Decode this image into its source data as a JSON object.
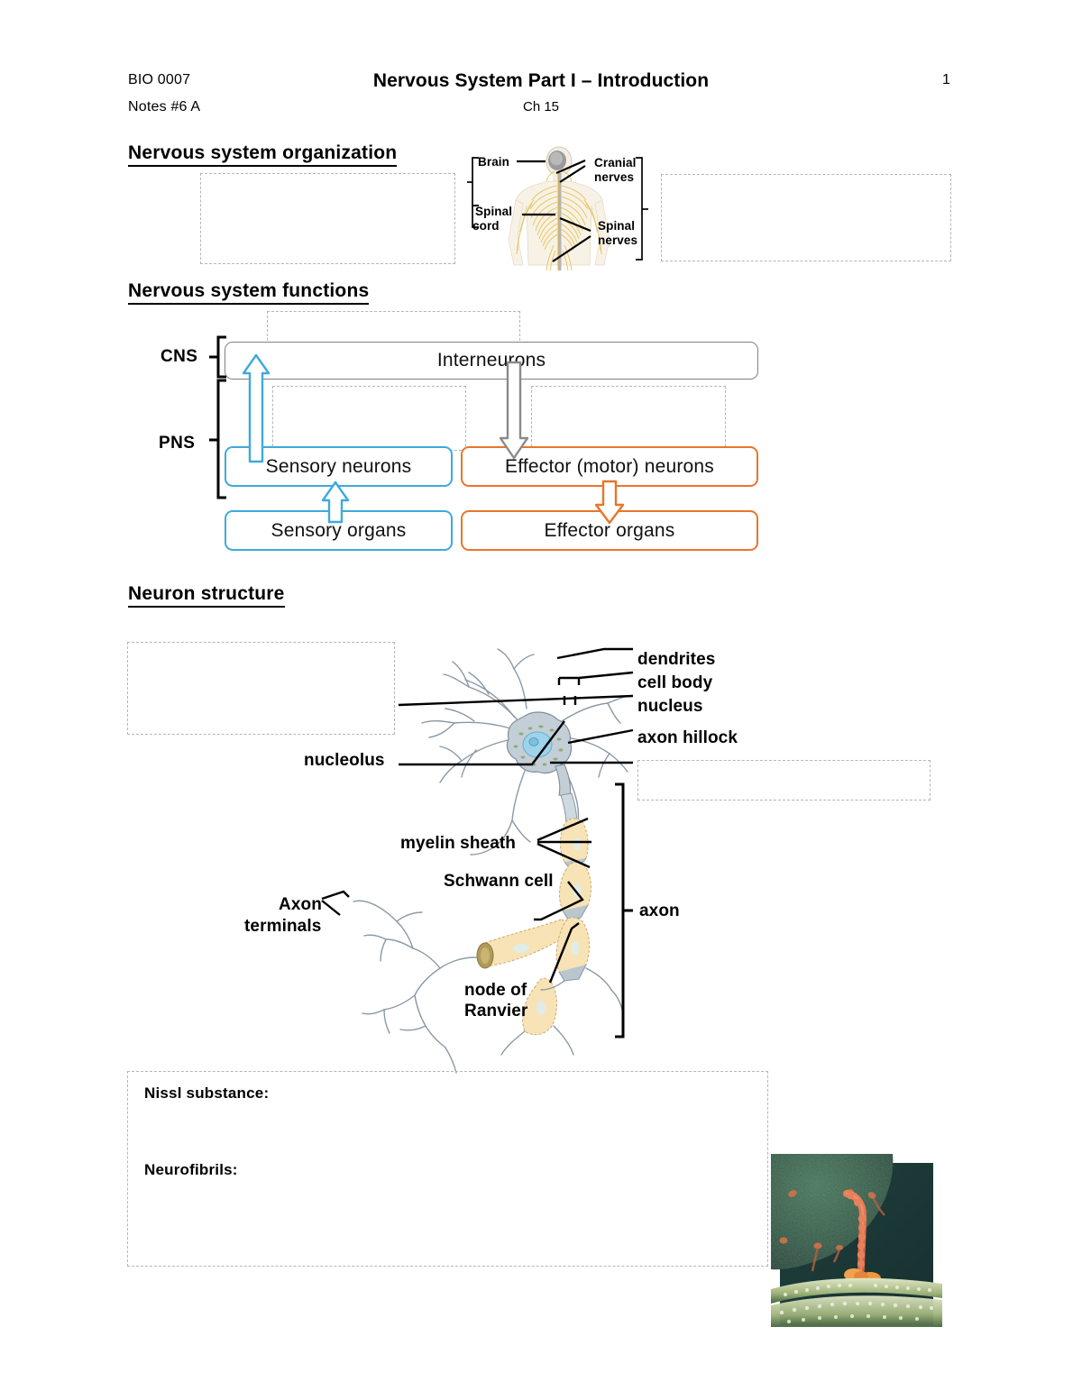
{
  "header": {
    "course": "BIO 0007",
    "notes": "Notes #6 A",
    "title": "Nervous System Part I – Introduction",
    "chapter": "Ch 15",
    "page_number": "1"
  },
  "sections": {
    "organization": {
      "heading": "Nervous system organization",
      "figure": {
        "name": "human-nervous-system-figure",
        "labels": {
          "brain": "Brain",
          "spinal_cord": "Spinal\ncord",
          "spinal_cord_line1": "Spinal",
          "spinal_cord_line2": "cord",
          "cranial_nerves_line1": "Cranial",
          "cranial_nerves_line2": "nerves",
          "spinal_nerves_line1": "Spinal",
          "spinal_nerves_line2": "nerves"
        }
      },
      "blank_boxes": [
        "",
        ""
      ]
    },
    "functions": {
      "heading": "Nervous system functions",
      "brackets": {
        "cns": "CNS",
        "pns": "PNS"
      },
      "boxes": {
        "interneurons": "Interneurons",
        "sensory_neurons": "Sensory neurons",
        "effector_neurons": "Effector (motor) neurons",
        "sensory_organs": "Sensory organs",
        "effector_organs": "Effector organs"
      },
      "blank_boxes": [
        "",
        "",
        ""
      ]
    },
    "neuron": {
      "heading": "Neuron structure",
      "labels": {
        "dendrites": "dendrites",
        "cell_body": "cell body",
        "nucleus": "nucleus",
        "axon_hillock": "axon hillock",
        "nucleolus": "nucleolus",
        "myelin_sheath": "myelin sheath",
        "schwann_cell": "Schwann cell",
        "axon_terminals_line1": "Axon",
        "axon_terminals_line2": "terminals",
        "node_of_ranvier_line1": "node of",
        "node_of_ranvier_line2": "Ranvier",
        "axon": "axon"
      },
      "blank_boxes": [
        "",
        ""
      ],
      "prompts": {
        "nissl": "Nissl substance:",
        "neurofibrils": "Neurofibrils:"
      },
      "micrograph": {
        "name": "synapse-electron-micrograph"
      }
    }
  },
  "colors": {
    "blue": "#3FA9DC",
    "orange": "#E8762C",
    "gray_box": "#808080",
    "dashed": "#B5B5B5",
    "nerve_yellow": "#F2D98B",
    "myelin_cream": "#F7E3B5",
    "soma_gray": "#C3CED6",
    "nucleus_blue": "#9FD3EA",
    "micro_dark": "#1E3B38",
    "micro_green": "#2E5741",
    "micro_orange": "#E0714A"
  }
}
